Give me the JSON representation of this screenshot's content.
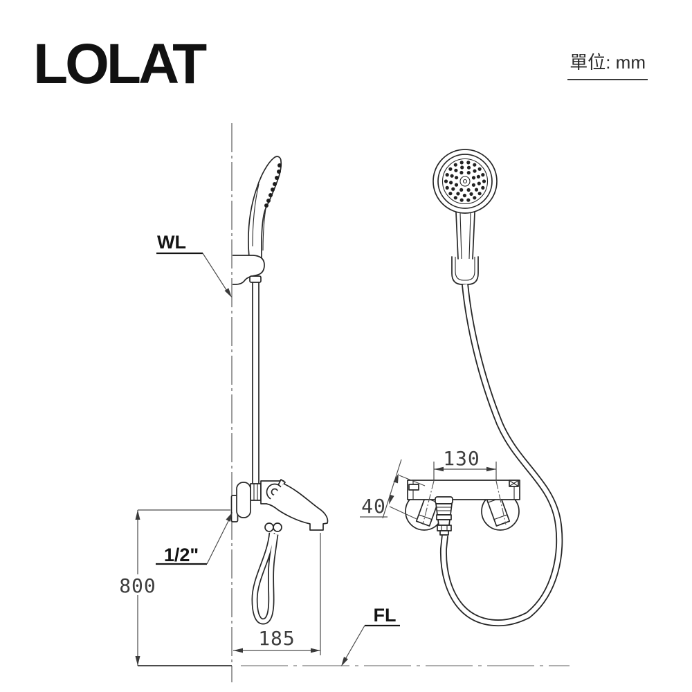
{
  "brand": {
    "logo_text": "LOLAT"
  },
  "header": {
    "unit_label": "單位: mm"
  },
  "side_view": {
    "wall_line_label": "WL",
    "floor_line_label": "FL",
    "connection_size_label": "1/2\"",
    "dim_height": "800",
    "dim_reach": "185"
  },
  "front_view": {
    "dim_center_distance": "130",
    "dim_offset": "40"
  },
  "colors": {
    "object_line": "#262626",
    "dimension_line": "#4a4a4a",
    "text": "#141414"
  }
}
